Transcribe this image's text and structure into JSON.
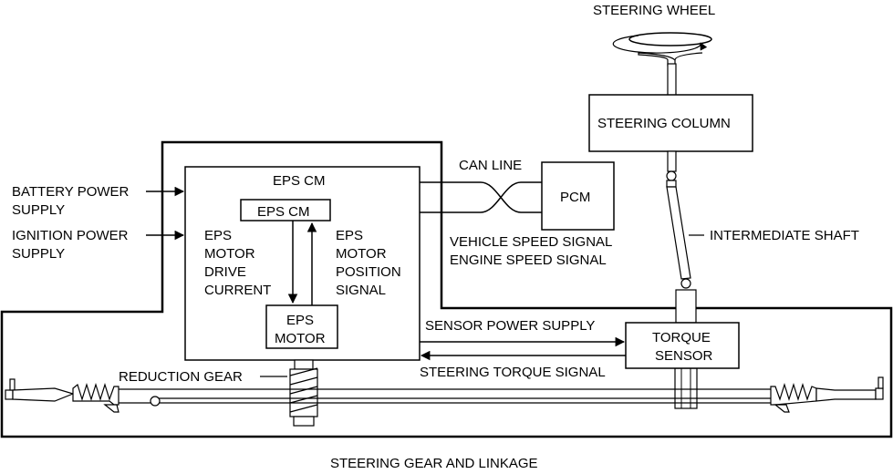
{
  "labels": {
    "steering_wheel": "STEERING WHEEL",
    "steering_column": "STEERING COLUMN",
    "can_line": "CAN LINE",
    "eps_cm_outer": "EPS CM",
    "eps_cm_inner": "EPS CM",
    "pcm": "PCM",
    "battery_power_supply": [
      "BATTERY POWER",
      "SUPPLY"
    ],
    "ignition_power_supply": [
      "IGNITION POWER",
      "SUPPLY"
    ],
    "motor_drive_current": [
      "EPS",
      "MOTOR",
      "DRIVE",
      "CURRENT"
    ],
    "motor_position_signal": [
      "EPS",
      "MOTOR",
      "POSITION",
      "SIGNAL"
    ],
    "eps_motor": [
      "EPS",
      "MOTOR"
    ],
    "vehicle_speed_signal": "VEHICLE SPEED SIGNAL",
    "engine_speed_signal": "ENGINE SPEED SIGNAL",
    "intermediate_shaft": "INTERMEDIATE SHAFT",
    "sensor_power_supply": "SENSOR POWER SUPPLY",
    "steering_torque_signal": "STEERING TORQUE SIGNAL",
    "torque_sensor": [
      "TORQUE",
      "SENSOR"
    ],
    "reduction_gear": "REDUCTION GEAR",
    "steering_gear_and_linkage": "STEERING GEAR AND LINKAGE"
  },
  "colors": {
    "line": "#000000",
    "background": "#ffffff"
  }
}
